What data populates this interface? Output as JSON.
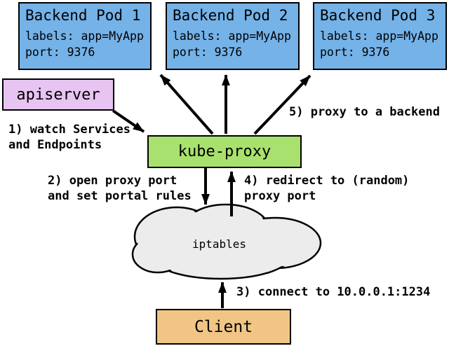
{
  "colors": {
    "pod_fill": "#74b2e8",
    "apiserver_fill": "#e8c4f2",
    "kube_proxy_fill": "#a8e16d",
    "cloud_fill": "#ececec",
    "client_fill": "#f0c585",
    "stroke": "#000000"
  },
  "nodes": {
    "pods": [
      {
        "title": "Backend Pod 1",
        "labels_line": "labels: app=MyApp",
        "port_line": "port: 9376"
      },
      {
        "title": "Backend Pod 2",
        "labels_line": "labels: app=MyApp",
        "port_line": "port: 9376"
      },
      {
        "title": "Backend Pod 3",
        "labels_line": "labels: app=MyApp",
        "port_line": "port: 9376"
      }
    ],
    "apiserver": "apiserver",
    "kube_proxy": "kube-proxy",
    "iptables": "iptables",
    "client": "Client"
  },
  "annotations": {
    "step1": "1) watch Services\nand Endpoints",
    "step2": "2) open proxy port\nand set portal rules",
    "step3": "3) connect to 10.0.0.1:1234",
    "step4": "4) redirect to (random)\nproxy port",
    "step5": "5) proxy to a backend"
  }
}
